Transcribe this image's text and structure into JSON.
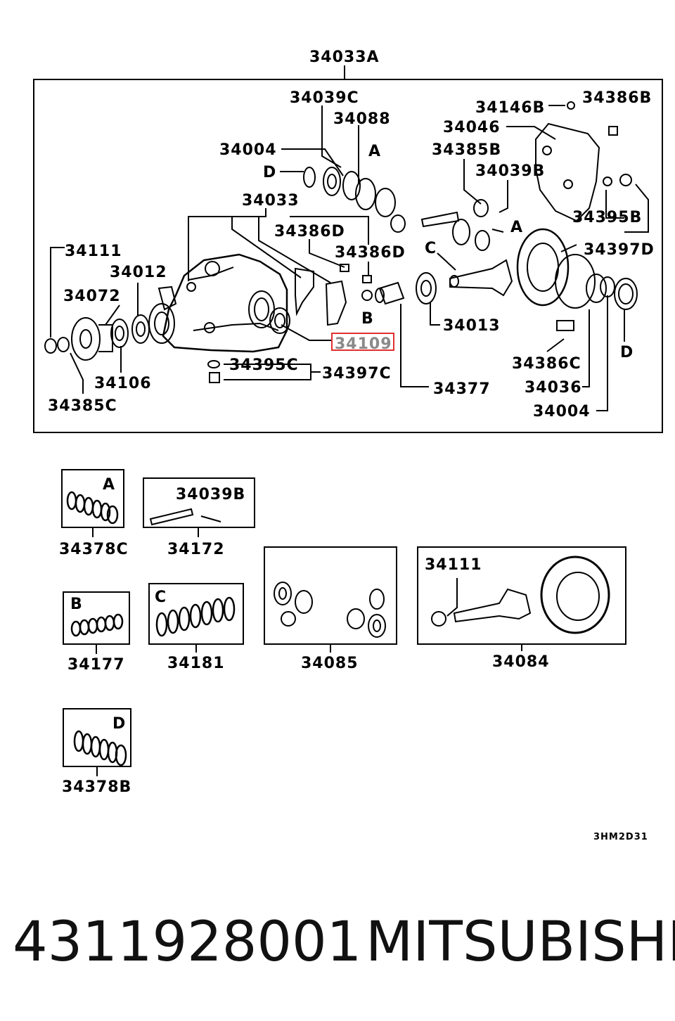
{
  "diagram": {
    "assembly_label": "34033A",
    "highlight_color": "#e03030",
    "callouts": {
      "c34039C": "34039C",
      "c34088": "34088",
      "c34004_top": "34004",
      "c34033": "34033",
      "c34386D_a": "34386D",
      "c34386D_b": "34386D",
      "c34111": "34111",
      "c34012": "34012",
      "c34072": "34072",
      "c34106": "34106",
      "c34385C": "34385C",
      "c34395C": "34395C",
      "c34397C": "34397C",
      "c34109": "34109",
      "c34377": "34377",
      "c34013": "34013",
      "c34146B": "34146B",
      "c34386B": "34386B",
      "c34046": "34046",
      "c34385B": "34385B",
      "c34039B": "34039B",
      "c34395B": "34395B",
      "c34397D": "34397D",
      "c34386C": "34386C",
      "c34036": "34036",
      "c34004_bot": "34004"
    },
    "letters": {
      "A1": "A",
      "A2": "A",
      "B": "B",
      "C": "C",
      "D1": "D",
      "D2": "D"
    },
    "kits": [
      {
        "letter": "A",
        "part": "34378C"
      },
      {
        "letter": "",
        "inner": "34039B",
        "part": "34172"
      },
      {
        "letter": "B",
        "part": "34177"
      },
      {
        "letter": "C",
        "part": "34181"
      },
      {
        "letter": "",
        "part": "34085"
      },
      {
        "letter": "",
        "inner": "34111",
        "part": "34084"
      },
      {
        "letter": "D",
        "part": "34378B"
      }
    ],
    "figure_code": "3HM2D31"
  },
  "footer": {
    "part_number": "4311928001",
    "brand": "MITSUBISHI"
  }
}
